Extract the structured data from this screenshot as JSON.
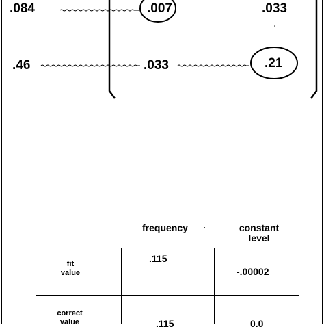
{
  "matrix": {
    "row1": {
      "left": ".084",
      "middle": ".007",
      "right": ".033"
    },
    "row2": {
      "left": ".46",
      "middle": ".033",
      "right": ".21"
    }
  },
  "table": {
    "headers": {
      "frequency": "frequency",
      "constant_level": "constant\nlevel"
    },
    "rows": [
      {
        "label": "fit\nvalue",
        "frequency": ".115",
        "constant_level": "-.00002"
      },
      {
        "label": "correct\nvalue",
        "frequency": ".115",
        "constant_level": "0.0"
      }
    ]
  }
}
